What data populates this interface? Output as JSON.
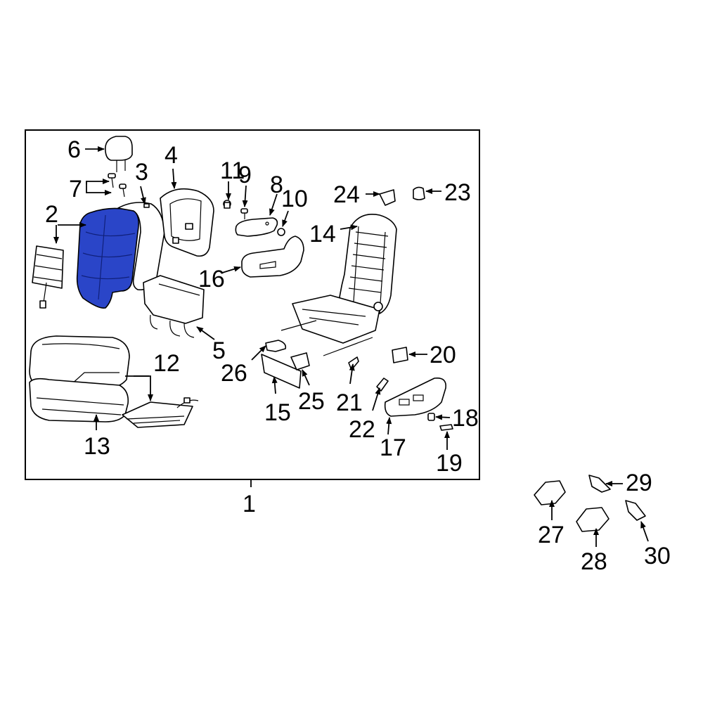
{
  "diagram": {
    "highlight_color": "#2a45c8",
    "callouts": {
      "c1": "1",
      "c2": "2",
      "c3": "3",
      "c4": "4",
      "c5": "5",
      "c6": "6",
      "c7": "7",
      "c8": "8",
      "c9": "9",
      "c10": "10",
      "c11": "11",
      "c12": "12",
      "c13": "13",
      "c14": "14",
      "c15": "15",
      "c16": "16",
      "c17": "17",
      "c18": "18",
      "c19": "19",
      "c20": "20",
      "c21": "21",
      "c22": "22",
      "c23": "23",
      "c24": "24",
      "c25": "25",
      "c26": "26",
      "c27": "27",
      "c28": "28",
      "c29": "29",
      "c30": "30"
    }
  }
}
